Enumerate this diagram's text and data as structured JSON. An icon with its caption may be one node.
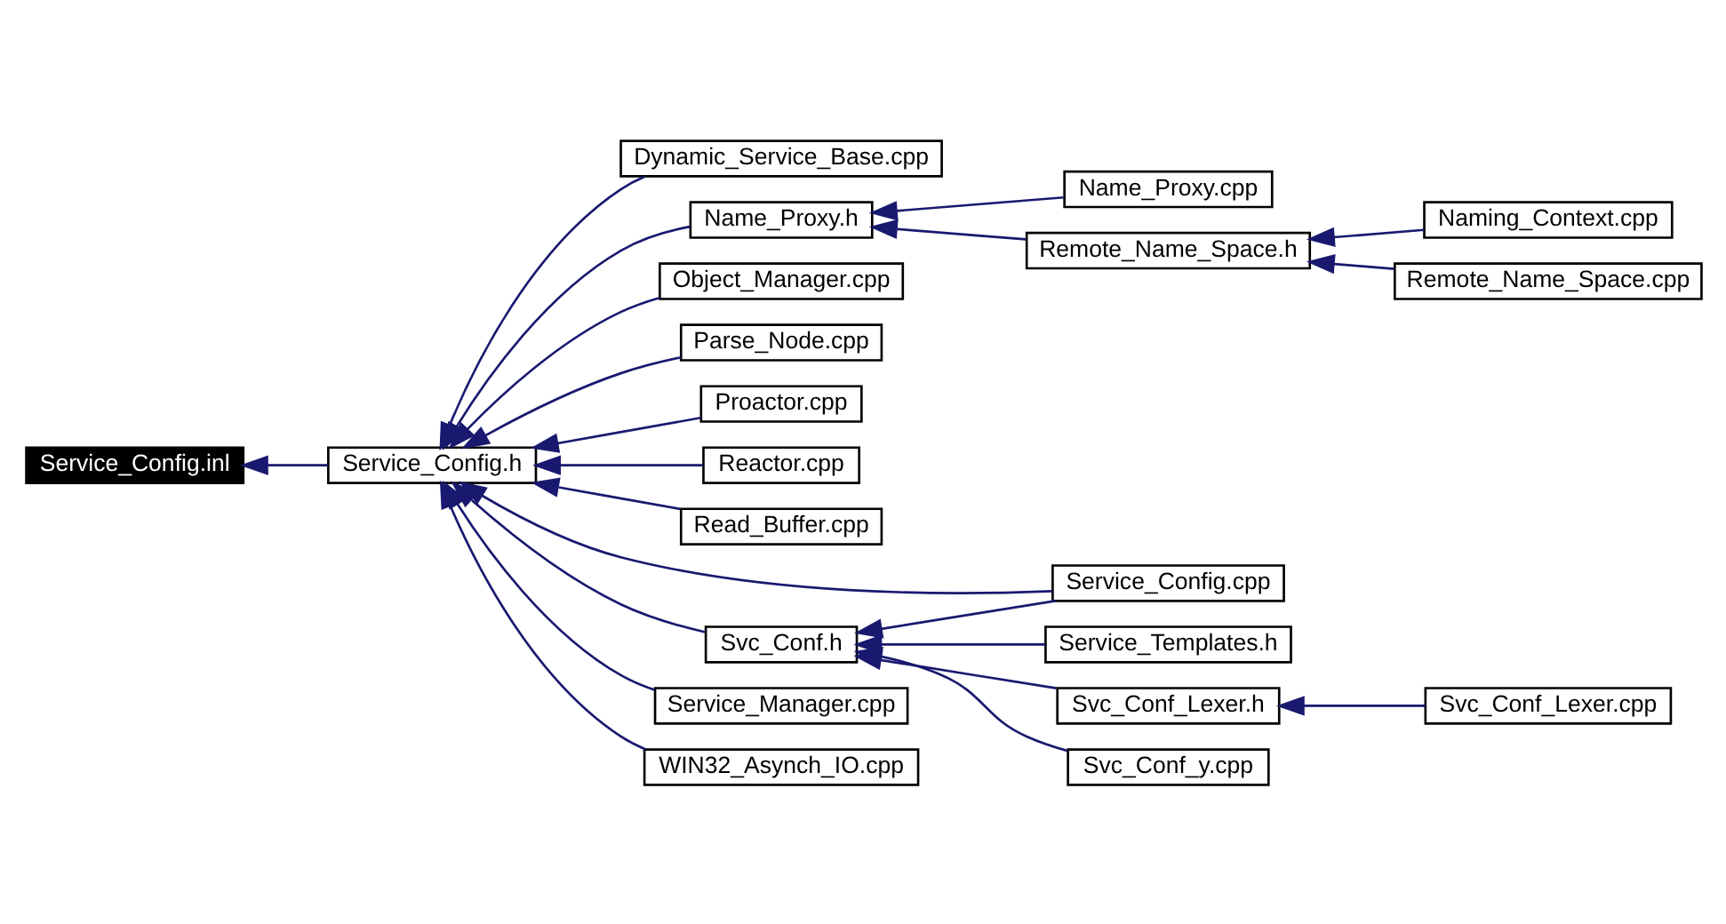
{
  "diagram": {
    "nodes": [
      {
        "text": [
          "Service_Config.inl"
        ]
      },
      {
        "text": [
          "Service_Config.h"
        ]
      },
      {
        "text": [
          "Dynamic_Service_Base.cpp"
        ]
      },
      {
        "text": [
          "Name_Proxy.h"
        ]
      },
      {
        "text": [
          "Name_Proxy.cpp"
        ]
      },
      {
        "text": [
          "Remote_Name_Space.h"
        ]
      },
      {
        "text": [
          "Naming_Context.cpp"
        ]
      },
      {
        "text": [
          "Remote_Name_Space.cpp"
        ]
      },
      {
        "text": [
          "Object_Manager.cpp"
        ]
      },
      {
        "text": [
          "Parse_Node.cpp"
        ]
      },
      {
        "text": [
          "Proactor.cpp"
        ]
      },
      {
        "text": [
          "Reactor.cpp"
        ]
      },
      {
        "text": [
          "Read_Buffer.cpp"
        ]
      },
      {
        "text": [
          "Service_Config.cpp"
        ]
      },
      {
        "text": [
          "Svc_Conf.h"
        ]
      },
      {
        "text": [
          "Service_Templates.h"
        ]
      },
      {
        "text": [
          "Svc_Conf_Lexer.h"
        ]
      },
      {
        "text": [
          "Svc_Conf_Lexer.cpp"
        ]
      },
      {
        "text": [
          "Service_Manager.cpp"
        ]
      },
      {
        "text": [
          "Svc_Conf_y.cpp"
        ]
      },
      {
        "text": [
          "WIN32_Asynch_IO.cpp"
        ]
      }
    ],
    "edges": [
      {
        "from": 1,
        "to": 0,
        "arrow": "to"
      },
      {
        "from": 2,
        "to": 1,
        "arrow": "to"
      },
      {
        "from": 3,
        "to": 1,
        "arrow": "to"
      },
      {
        "from": 4,
        "to": 3,
        "arrow": "to"
      },
      {
        "from": 5,
        "to": 3,
        "arrow": "to"
      },
      {
        "from": 6,
        "to": 5,
        "arrow": "to"
      },
      {
        "from": 7,
        "to": 5,
        "arrow": "to"
      },
      {
        "from": 8,
        "to": 1,
        "arrow": "to"
      },
      {
        "from": 9,
        "to": 1,
        "arrow": "to"
      },
      {
        "from": 10,
        "to": 1,
        "arrow": "to"
      },
      {
        "from": 11,
        "to": 1,
        "arrow": "to"
      },
      {
        "from": 12,
        "to": 1,
        "arrow": "to"
      },
      {
        "from": 13,
        "to": 1,
        "arrow": "to"
      },
      {
        "from": 14,
        "to": 1,
        "arrow": "to"
      },
      {
        "from": 13,
        "to": 14,
        "arrow": "to"
      },
      {
        "from": 15,
        "to": 14,
        "arrow": "to"
      },
      {
        "from": 16,
        "to": 14,
        "arrow": "to"
      },
      {
        "from": 17,
        "to": 16,
        "arrow": "to"
      },
      {
        "from": 18,
        "to": 1,
        "arrow": "to"
      },
      {
        "from": 19,
        "to": 14,
        "arrow": "to"
      },
      {
        "from": 20,
        "to": 1,
        "arrow": "to"
      }
    ]
  }
}
